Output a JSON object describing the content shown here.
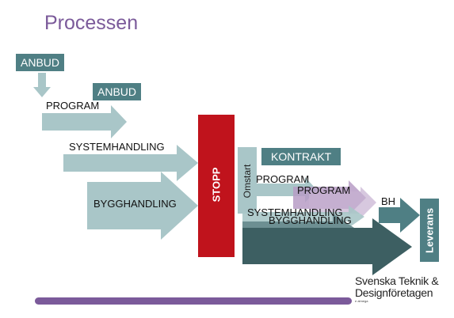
{
  "title": "Processen",
  "tags": {
    "anbud_1": "ANBUD",
    "anbud_2": "ANBUD",
    "kontrakt": "KONTRAKT",
    "bh": "BH"
  },
  "labels": {
    "program_1": "PROGRAM",
    "systemhandling_1": "SYSTEMHANDLING",
    "bygghandling_1": "BYGGHANDLING",
    "program_2": "PROGRAM",
    "program_3": "PROGRAM",
    "systemhandling_2": "SYSTEMHANDLING",
    "bygghandling_2": "BYGGHANDLING"
  },
  "vertical": {
    "stopp": "STOPP",
    "omstart": "Omstart",
    "leverans": "Leverans"
  },
  "logo": {
    "line1": "Svenska Teknik &",
    "line2": "Designföretagen",
    "line3": "e almega"
  },
  "colors": {
    "title": "#7b5a9a",
    "tag": "#4f7f84",
    "arrow_light": "#a9c6c8",
    "arrow_dark": "#3d5f62",
    "stopp": "#c0131c",
    "purple": "#b79cc6",
    "bar": "#7b5a9a"
  }
}
